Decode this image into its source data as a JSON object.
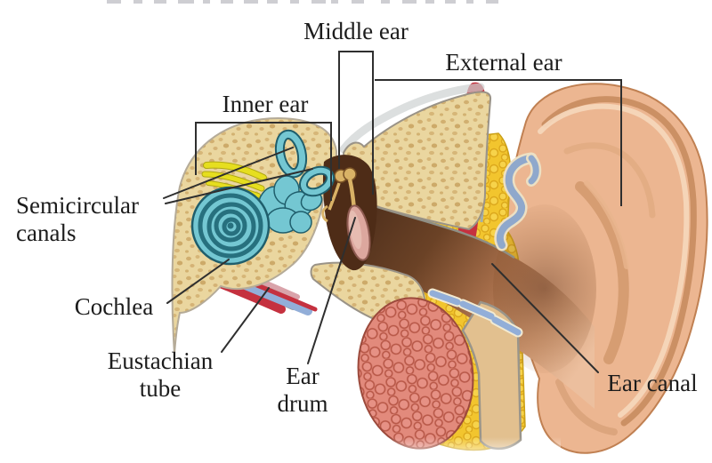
{
  "labels": {
    "middle_ear": "Middle ear",
    "external_ear": "External ear",
    "inner_ear": "Inner ear",
    "semicircular_line1": "Semicircular",
    "semicircular_line2": "canals",
    "cochlea": "Cochlea",
    "eustachian_line1": "Eustachian",
    "eustachian_line2": "tube",
    "ear_drum_line1": "Ear",
    "ear_drum_line2": "drum",
    "ear_canal": "Ear canal"
  },
  "colors": {
    "text": "#1c1c1c",
    "line": "#2f2f2f",
    "bone": "#ead69f",
    "bone_speckle": "#c49a58",
    "fat_yellow": "#f2c52e",
    "fat_bump": "#dca81c",
    "muscle_red": "#c5313f",
    "skin": "#ecb691",
    "skin_outline": "#c08052",
    "cochlea_teal": "#74c7d2",
    "teal_dark": "#27707e",
    "cartilage_blue": "#8fa8cc",
    "nerve_yellow": "#e6de1f",
    "gland_red": "#e28a7c",
    "gland_bump": "#b85848",
    "cavity_brown": "#4e2c17",
    "eardrum_pink": "#dca79e",
    "stripe_pink": "#d9a3aa",
    "stripe_blue": "#92aed8",
    "tube_tan": "#d7a794"
  }
}
